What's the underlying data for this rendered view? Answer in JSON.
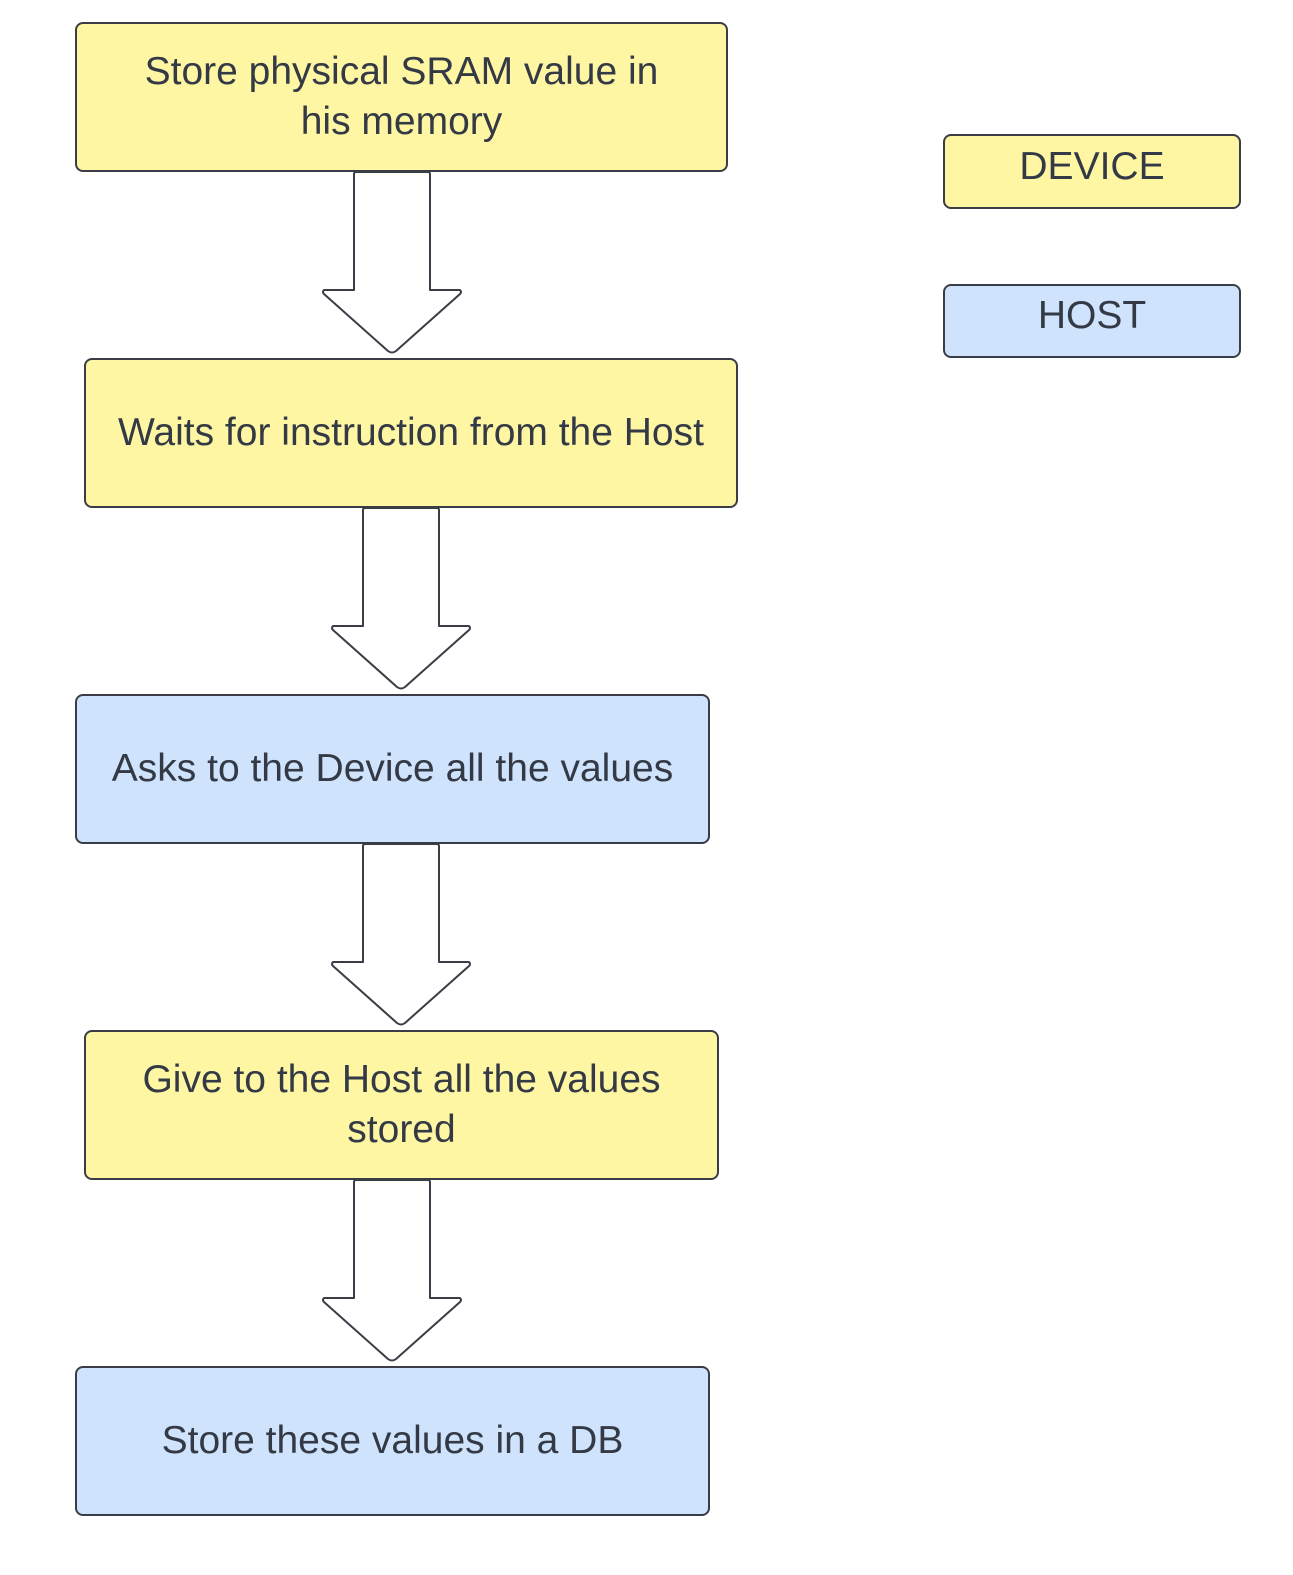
{
  "diagram": {
    "steps": [
      {
        "id": "store-sram",
        "label": "Store physical SRAM value in his memory",
        "actor": "device"
      },
      {
        "id": "wait-instruction",
        "label": "Waits for instruction from the Host",
        "actor": "device"
      },
      {
        "id": "ask-values",
        "label": "Asks to the Device all the values",
        "actor": "host"
      },
      {
        "id": "give-values",
        "label": "Give to the Host all the values stored",
        "actor": "device"
      },
      {
        "id": "store-db",
        "label": "Store these values in a DB",
        "actor": "host"
      }
    ],
    "legend": {
      "device": "DEVICE",
      "host": "HOST"
    }
  },
  "colors": {
    "device": "#fff6a3",
    "host": "#cfe3fd",
    "border": "#3a3d45",
    "text": "#333a45"
  }
}
